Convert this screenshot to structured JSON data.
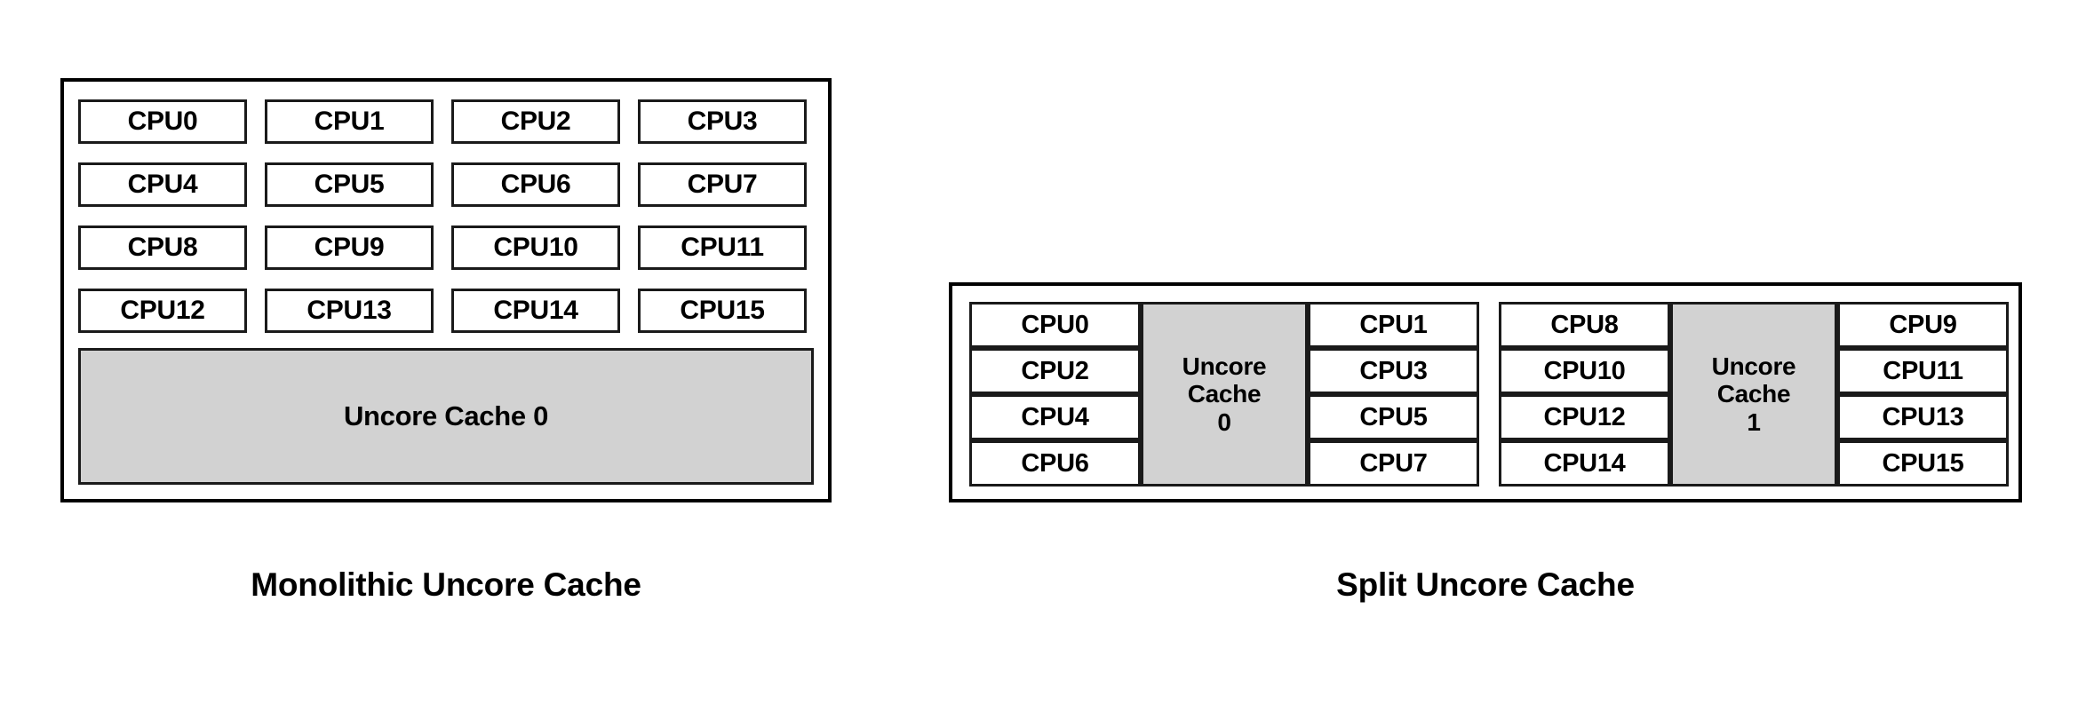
{
  "diagram": {
    "title_left": "Monolithic Uncore Cache",
    "title_right": "Split Uncore Cache",
    "colors": {
      "cache_fill": "#d2d2d2",
      "box_border": "#1a1a1a",
      "outer_border": "#000000",
      "background": "#ffffff",
      "text": "#000000"
    }
  },
  "monolithic": {
    "caption": "Monolithic Uncore Cache",
    "cpu_rows": [
      [
        "CPU0",
        "CPU1",
        "CPU2",
        "CPU3"
      ],
      [
        "CPU4",
        "CPU5",
        "CPU6",
        "CPU7"
      ],
      [
        "CPU8",
        "CPU9",
        "CPU10",
        "CPU11"
      ],
      [
        "CPU12",
        "CPU13",
        "CPU14",
        "CPU15"
      ]
    ],
    "cache_label": "Uncore Cache 0"
  },
  "split": {
    "caption": "Split Uncore Cache",
    "clusters": [
      {
        "id": 0,
        "left_column": [
          "CPU0",
          "CPU2",
          "CPU4",
          "CPU6"
        ],
        "cache": {
          "line1": "Uncore",
          "line2": "Cache",
          "line3": "0"
        },
        "right_column": [
          "CPU1",
          "CPU3",
          "CPU5",
          "CPU7"
        ]
      },
      {
        "id": 1,
        "left_column": [
          "CPU8",
          "CPU10",
          "CPU12",
          "CPU14"
        ],
        "cache": {
          "line1": "Uncore",
          "line2": "Cache",
          "line3": "1"
        },
        "right_column": [
          "CPU9",
          "CPU11",
          "CPU13",
          "CPU15"
        ]
      }
    ]
  }
}
